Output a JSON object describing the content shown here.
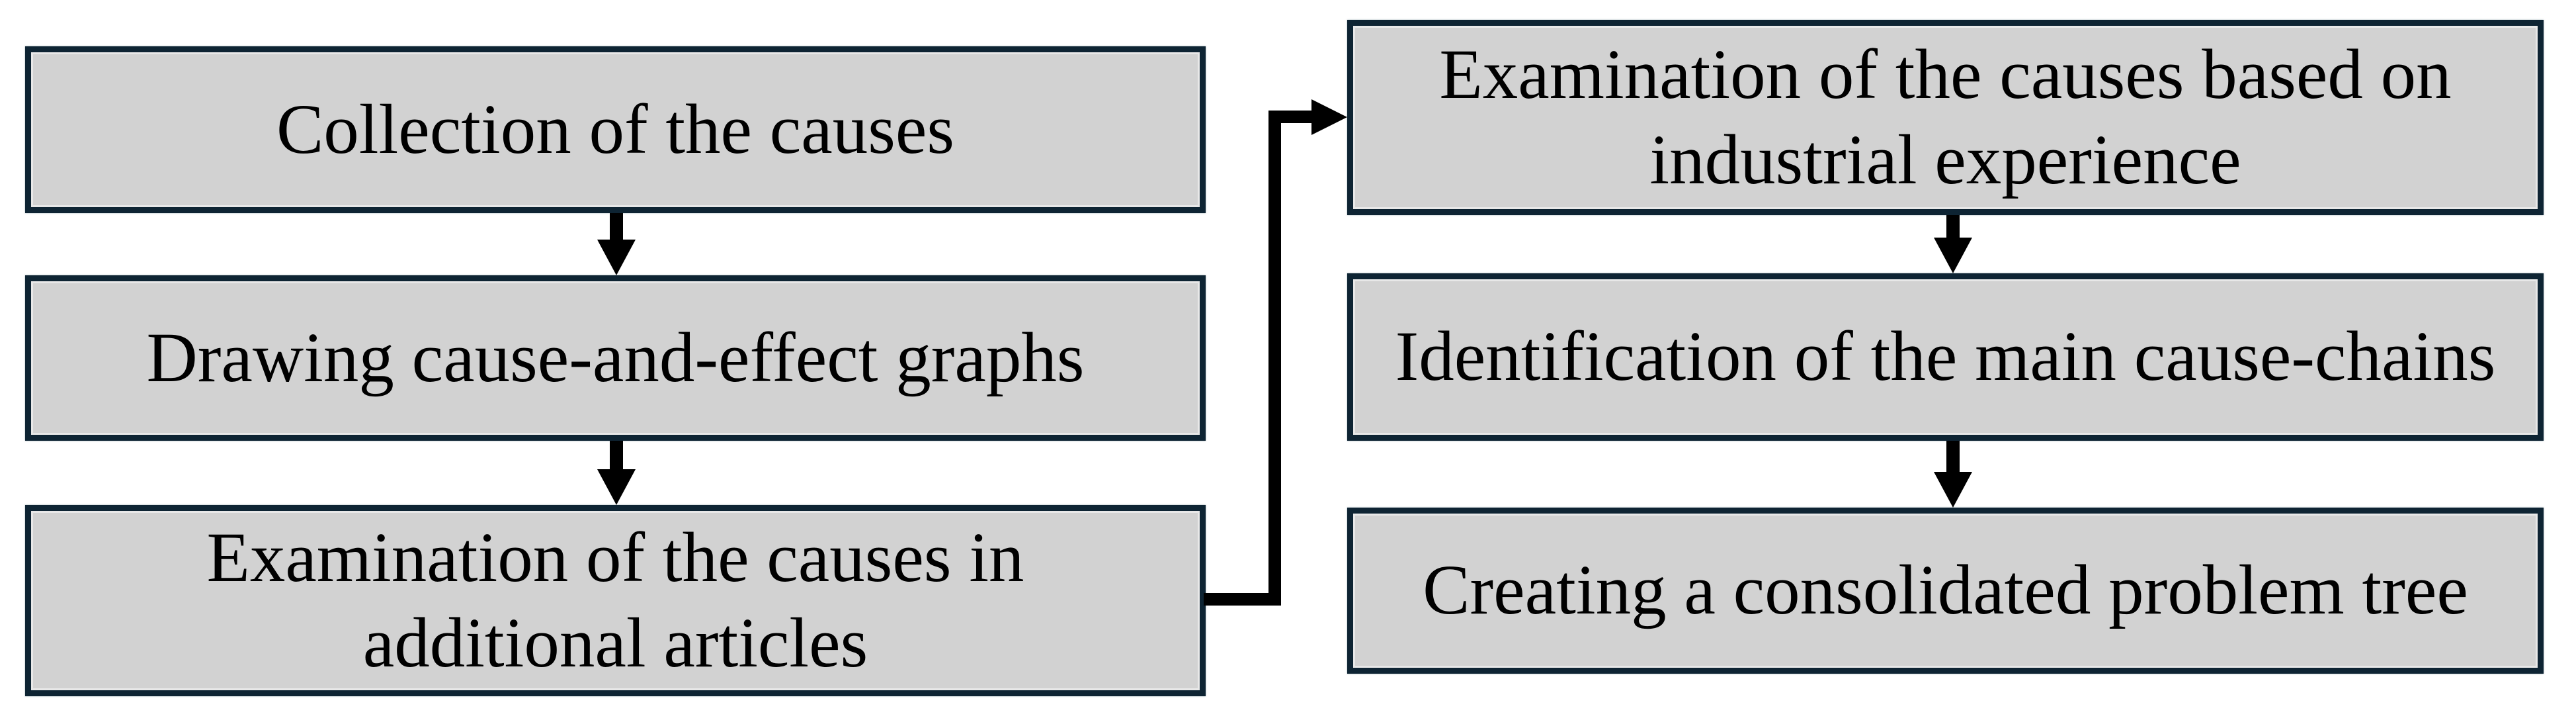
{
  "colors": {
    "background": "#ffffff",
    "box_fill": "#d2d2d2",
    "box_border": "#0e2433",
    "arrow": "#000000",
    "text": "#000000"
  },
  "flowchart": {
    "left_column": [
      {
        "lines": [
          "Collection of the causes"
        ]
      },
      {
        "lines": [
          "Drawing cause-and-effect graphs"
        ]
      },
      {
        "lines": [
          "Examination of the causes in",
          "additional articles"
        ]
      }
    ],
    "right_column": [
      {
        "lines": [
          "Examination of the causes based on",
          "industrial experience"
        ]
      },
      {
        "lines": [
          "Identification of the main cause-chains"
        ]
      },
      {
        "lines": [
          "Creating a consolidated problem tree"
        ]
      }
    ],
    "edges": [
      {
        "from": "Collection of the causes",
        "to": "Drawing cause-and-effect graphs"
      },
      {
        "from": "Drawing cause-and-effect graphs",
        "to": "Examination of the causes in additional articles"
      },
      {
        "from": "Examination of the causes in additional articles",
        "to": "Examination of the causes based on industrial experience"
      },
      {
        "from": "Examination of the causes based on industrial experience",
        "to": "Identification of the main cause-chains"
      },
      {
        "from": "Identification of the main cause-chains",
        "to": "Creating a consolidated problem tree"
      }
    ]
  }
}
